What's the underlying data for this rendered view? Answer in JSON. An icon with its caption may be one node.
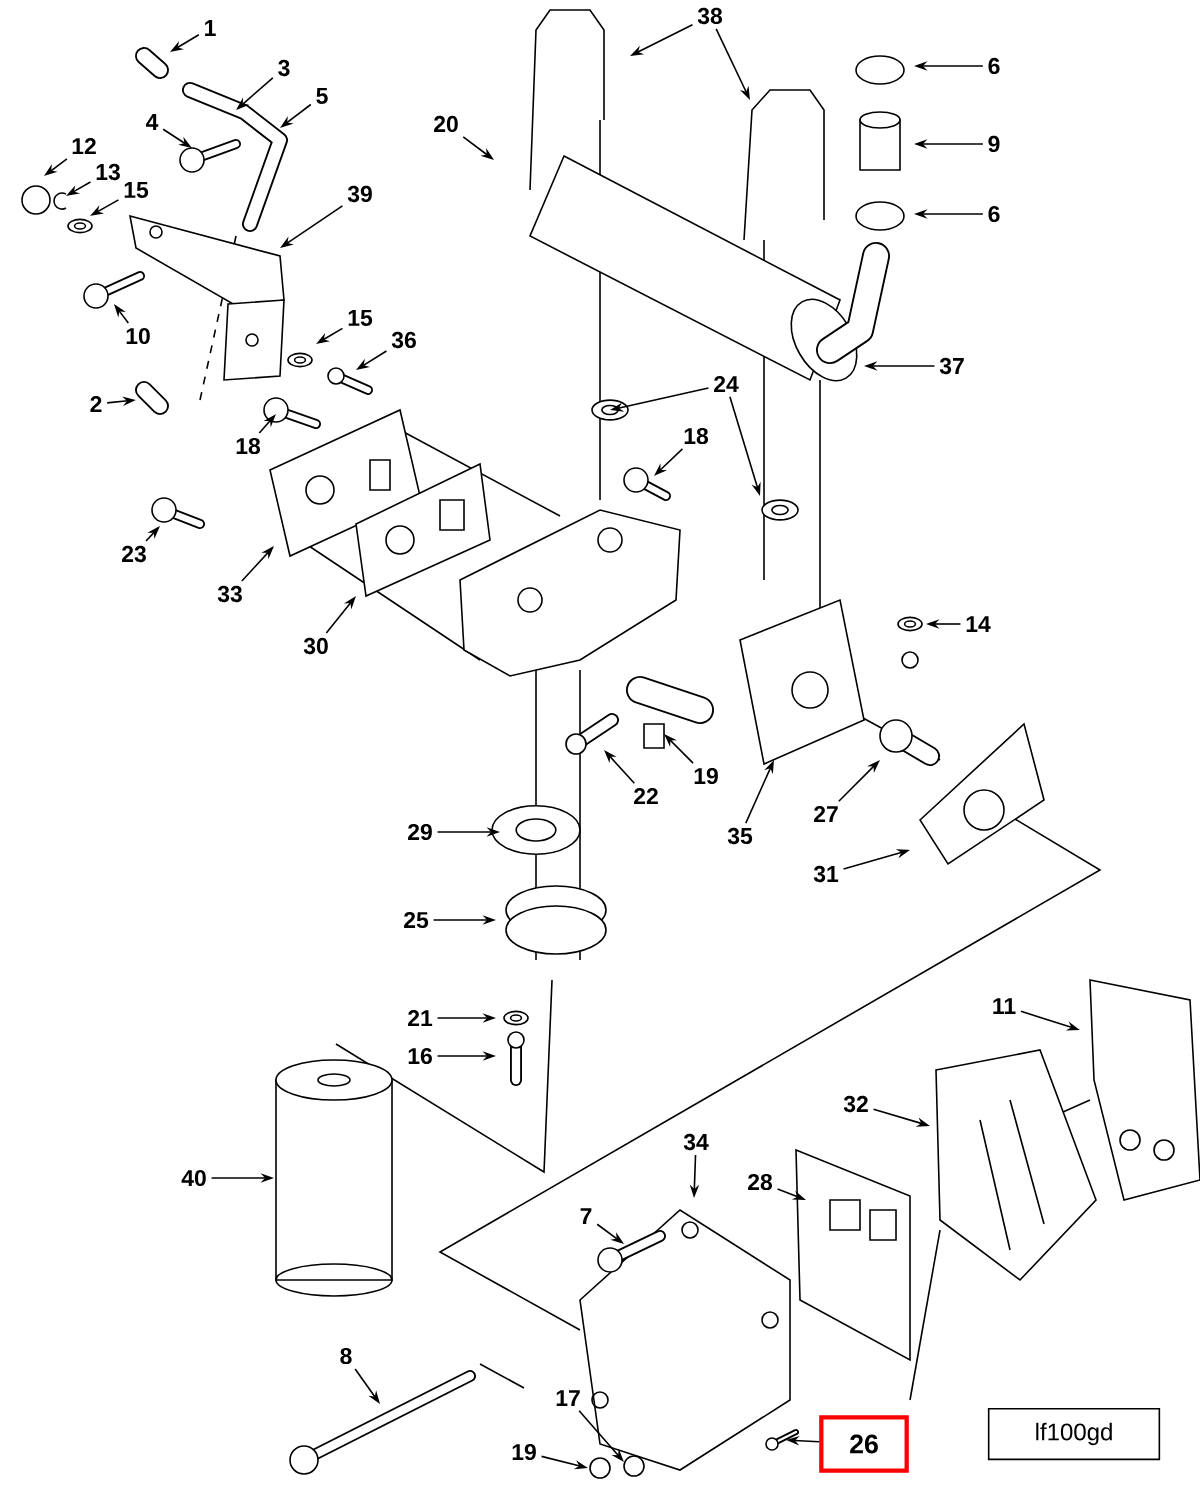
{
  "diagram": {
    "nodes": [
      {
        "text": [
          "1"
        ]
      },
      {
        "text": [
          "38"
        ]
      },
      {
        "text": [
          "3"
        ]
      },
      {
        "text": [
          "5"
        ]
      },
      {
        "text": [
          "6"
        ]
      },
      {
        "text": [
          "4"
        ]
      },
      {
        "text": [
          "20"
        ]
      },
      {
        "text": [
          "12"
        ]
      },
      {
        "text": [
          "9"
        ]
      },
      {
        "text": [
          "13"
        ]
      },
      {
        "text": [
          "15"
        ]
      },
      {
        "text": [
          "39"
        ]
      },
      {
        "text": [
          "6"
        ]
      },
      {
        "text": [
          "15"
        ]
      },
      {
        "text": [
          "10"
        ]
      },
      {
        "text": [
          "36"
        ]
      },
      {
        "text": [
          "37"
        ]
      },
      {
        "text": [
          "24"
        ]
      },
      {
        "text": [
          "2"
        ]
      },
      {
        "text": [
          "18"
        ]
      },
      {
        "text": [
          "18"
        ]
      },
      {
        "text": [
          "23"
        ]
      },
      {
        "text": [
          "33"
        ]
      },
      {
        "text": [
          "14"
        ]
      },
      {
        "text": [
          "30"
        ]
      },
      {
        "text": [
          "19"
        ]
      },
      {
        "text": [
          "22"
        ]
      },
      {
        "text": [
          "27"
        ]
      },
      {
        "text": [
          "29"
        ]
      },
      {
        "text": [
          "35"
        ]
      },
      {
        "text": [
          "31"
        ]
      },
      {
        "text": [
          "25"
        ]
      },
      {
        "text": [
          "11"
        ]
      },
      {
        "text": [
          "21"
        ]
      },
      {
        "text": [
          "16"
        ]
      },
      {
        "text": [
          "32"
        ]
      },
      {
        "text": [
          "34"
        ]
      },
      {
        "text": [
          "40"
        ]
      },
      {
        "text": [
          "28"
        ]
      },
      {
        "text": [
          "7"
        ]
      },
      {
        "text": [
          "8"
        ]
      },
      {
        "text": [
          "17"
        ]
      },
      {
        "text": [
          "19"
        ]
      },
      {
        "text": [
          "26"
        ]
      },
      {
        "text": [
          "lf100gd"
        ]
      }
    ],
    "edges": [
      {
        "from": 0,
        "to": null,
        "arrow": "to"
      },
      {
        "from": 1,
        "to": null,
        "arrow": "to"
      },
      {
        "from": 1,
        "to": null,
        "arrow": "to"
      },
      {
        "from": 2,
        "to": null,
        "arrow": "to"
      },
      {
        "from": 3,
        "to": null,
        "arrow": "to"
      },
      {
        "from": 4,
        "to": null,
        "arrow": "to"
      },
      {
        "from": 5,
        "to": null,
        "arrow": "to"
      },
      {
        "from": 6,
        "to": null,
        "arrow": "to"
      },
      {
        "from": 7,
        "to": null,
        "arrow": "to"
      },
      {
        "from": 8,
        "to": null,
        "arrow": "to"
      },
      {
        "from": 9,
        "to": null,
        "arrow": "to"
      },
      {
        "from": 10,
        "to": null,
        "arrow": "to"
      },
      {
        "from": 11,
        "to": null,
        "arrow": "to"
      },
      {
        "from": 12,
        "to": null,
        "arrow": "to"
      },
      {
        "from": 13,
        "to": null,
        "arrow": "to"
      },
      {
        "from": 14,
        "to": null,
        "arrow": "to"
      },
      {
        "from": 15,
        "to": null,
        "arrow": "to"
      },
      {
        "from": 16,
        "to": null,
        "arrow": "to"
      },
      {
        "from": 17,
        "to": null,
        "arrow": "to"
      },
      {
        "from": 17,
        "to": null,
        "arrow": "to"
      },
      {
        "from": 18,
        "to": null,
        "arrow": "to"
      },
      {
        "from": 19,
        "to": null,
        "arrow": "to"
      },
      {
        "from": 20,
        "to": null,
        "arrow": "to"
      },
      {
        "from": 21,
        "to": null,
        "arrow": "to"
      },
      {
        "from": 22,
        "to": null,
        "arrow": "to"
      },
      {
        "from": 23,
        "to": null,
        "arrow": "to"
      },
      {
        "from": 24,
        "to": null,
        "arrow": "to"
      },
      {
        "from": 25,
        "to": null,
        "arrow": "to"
      },
      {
        "from": 26,
        "to": null,
        "arrow": "to"
      },
      {
        "from": 27,
        "to": null,
        "arrow": "to"
      },
      {
        "from": 28,
        "to": null,
        "arrow": "to"
      },
      {
        "from": 29,
        "to": null,
        "arrow": "to"
      },
      {
        "from": 30,
        "to": null,
        "arrow": "to"
      },
      {
        "from": 31,
        "to": null,
        "arrow": "to"
      },
      {
        "from": 32,
        "to": null,
        "arrow": "to"
      },
      {
        "from": 33,
        "to": null,
        "arrow": "to"
      },
      {
        "from": 34,
        "to": null,
        "arrow": "to"
      },
      {
        "from": 35,
        "to": null,
        "arrow": "to"
      },
      {
        "from": 36,
        "to": null,
        "arrow": "to"
      },
      {
        "from": 37,
        "to": null,
        "arrow": "to"
      },
      {
        "from": 38,
        "to": null,
        "arrow": "to"
      },
      {
        "from": 39,
        "to": null,
        "arrow": "to"
      },
      {
        "from": 40,
        "to": null,
        "arrow": "to"
      },
      {
        "from": 41,
        "to": null,
        "arrow": "to"
      },
      {
        "from": 42,
        "to": null,
        "arrow": "to"
      },
      {
        "from": 43,
        "to": null,
        "arrow": "to"
      }
    ]
  }
}
